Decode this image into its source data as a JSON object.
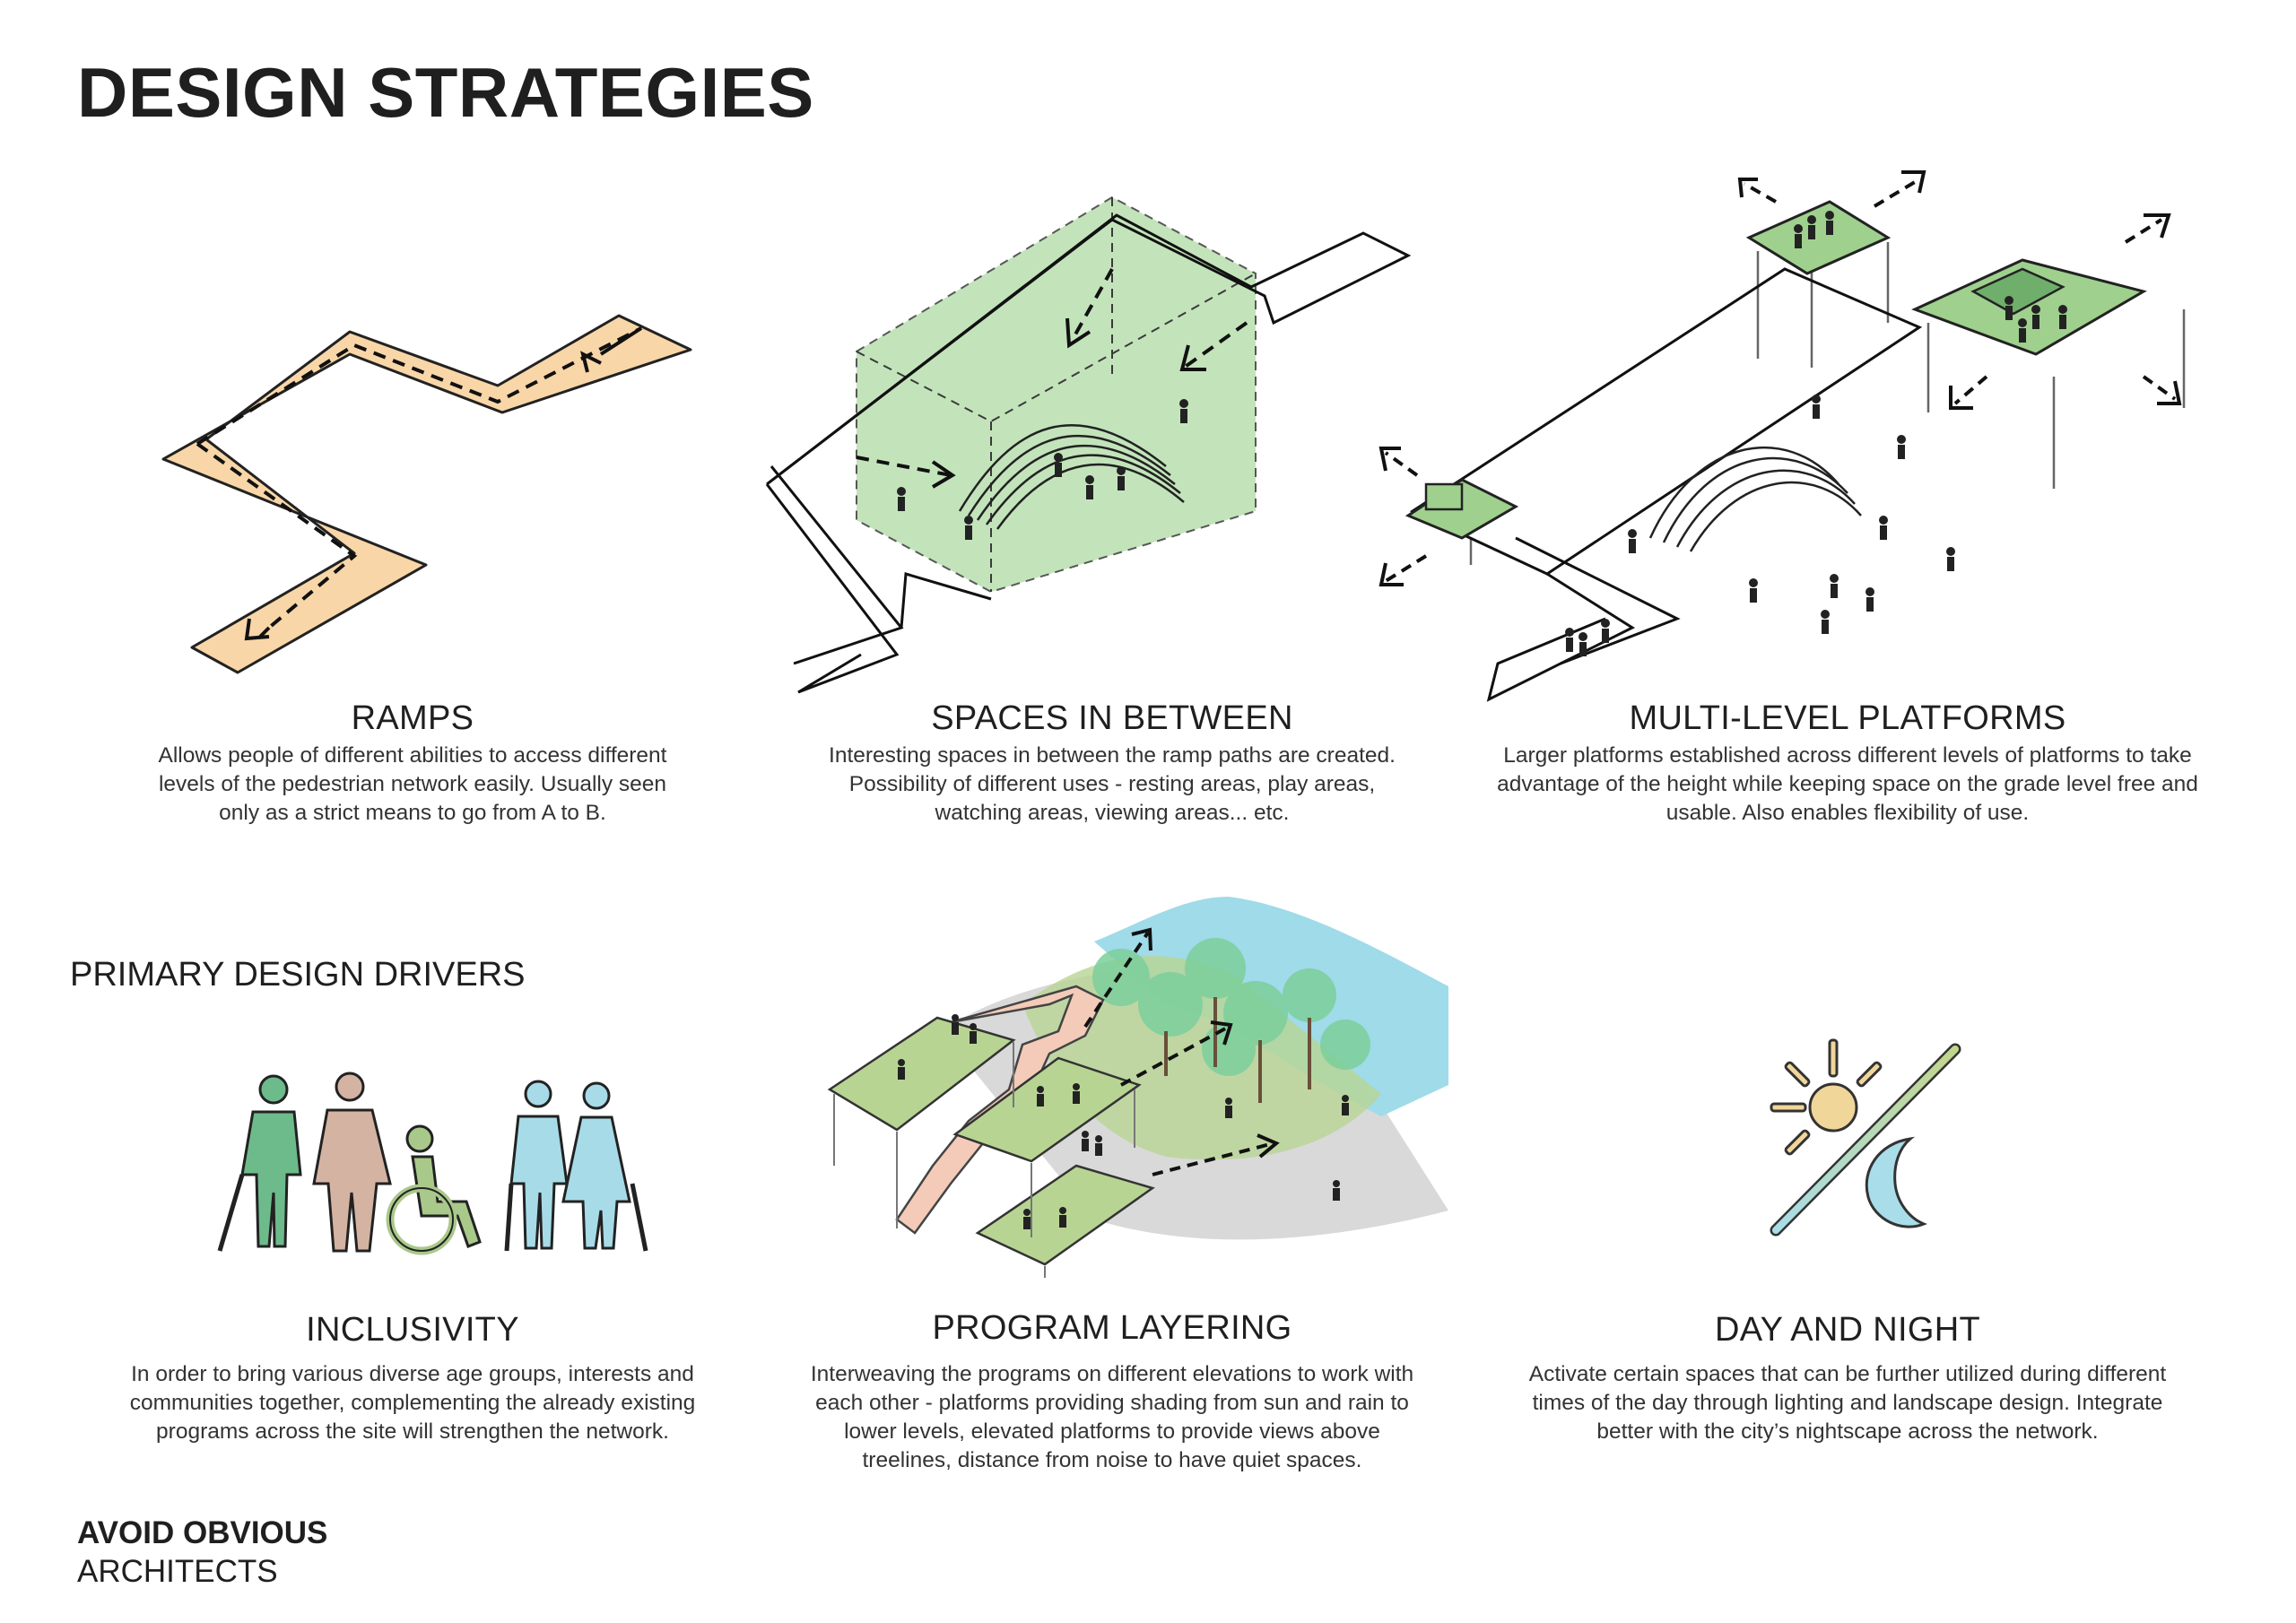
{
  "title": "DESIGN STRATEGIES",
  "section_title": "PRIMARY DESIGN DRIVERS",
  "strategies": [
    {
      "title": "RAMPS",
      "description": "Allows people of different abilities to access different levels of the pedestrian network easily. Usually seen only as a strict means to go from A to B."
    },
    {
      "title": "SPACES IN BETWEEN",
      "description": "Interesting spaces in between the ramp paths are created. Possibility of different uses - resting areas, play areas, watching areas, viewing areas... etc."
    },
    {
      "title": "MULTI-LEVEL PLATFORMS",
      "description": "Larger platforms established across different levels of platforms to take advantage of the height while keeping space on the grade level free and usable. Also enables flexibility of use."
    }
  ],
  "drivers": [
    {
      "title": "INCLUSIVITY",
      "description": "In order to bring various diverse age groups, interests and communities together, complementing the already existing programs across the site will strengthen the network."
    },
    {
      "title": "PROGRAM LAYERING",
      "description": "Interweaving the programs on different elevations to work with each other - platforms providing shading from sun and rain to lower levels, elevated platforms to provide views above treelines, distance from noise to have quiet spaces."
    },
    {
      "title": "DAY AND NIGHT",
      "description": "Activate certain spaces that can be further utilized during different times of the day through lighting and landscape design. Integrate better with the city’s nightscape across the network."
    }
  ],
  "brand": {
    "line1": "AVOID OBVIOUS",
    "line2": "ARCHITECTS"
  },
  "colors": {
    "ramp_fill": "#f9d6a8",
    "space_fill": "#b9e0b0",
    "platform_fill": "#9fd08e",
    "program_ramp": "#f3cbb8",
    "program_platform": "#b8d493",
    "sky": "#9fdbe9",
    "tree": "#7ccf9b",
    "person_green": "#6dbb8b",
    "person_brown": "#d5b3a2",
    "person_olive": "#a9c98a",
    "person_blue": "#a7dbe8",
    "sun": "#f1d69a",
    "moon": "#a9dde9"
  }
}
